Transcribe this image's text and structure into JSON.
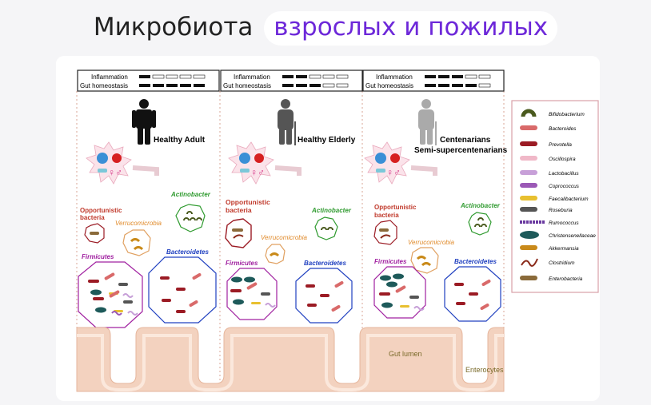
{
  "title": {
    "prefix": "Микробиота",
    "highlight": "взрослых и пожилых"
  },
  "panels": [
    {
      "person": "Healthy Adult",
      "person2": "",
      "inflammation": "Inflammation",
      "homeostasis": "Gut homeostasis"
    },
    {
      "person": "Healthy Elderly",
      "person2": "",
      "inflammation": "Inflammation",
      "homeostasis": "Gut homeostasis"
    },
    {
      "person": "Centenarians",
      "person2": "Semi-supercentenarians",
      "inflammation": "Inflammation",
      "homeostasis": "Gut homeostasis"
    }
  ],
  "groups": {
    "opportunistic1": "Opportunistic",
    "opportunistic2": "bacteria",
    "verrucomicrobia": "Verrucomicrobia",
    "actinobacter": "Actinobacter",
    "firmicutes": "Firmicutes",
    "bacteroidetes": "Bacteroidetes"
  },
  "gut": {
    "lumen": "Gut lumen",
    "enterocytes": "Enterocytes"
  },
  "legend": [
    {
      "name": "Bifidobacterium",
      "color": "#4a5a1e",
      "icon": "bifidobacterium-icon"
    },
    {
      "name": "Bacteroides",
      "color": "#d96a6a",
      "icon": "bacteroides-icon"
    },
    {
      "name": "Prevotella",
      "color": "#9b1b24",
      "icon": "prevotella-icon"
    },
    {
      "name": "Oscillospira",
      "color": "#f0b8c8",
      "icon": "oscillospira-icon"
    },
    {
      "name": "Lactobacillus",
      "color": "#c7a0d8",
      "icon": "lactobacillus-icon"
    },
    {
      "name": "Coprococcus",
      "color": "#9b59b6",
      "icon": "coprococcus-icon"
    },
    {
      "name": "Faecalibacterium",
      "color": "#e8c030",
      "icon": "faecalibacterium-icon"
    },
    {
      "name": "Roseburia",
      "color": "#555555",
      "icon": "roseburia-icon"
    },
    {
      "name": "Rumococcus",
      "color": "#6a3aa0",
      "icon": "rumococcus-icon"
    },
    {
      "name": "Christensenellaceae",
      "color": "#1e5a5a",
      "icon": "christensenellaceae-icon"
    },
    {
      "name": "Akkermansia",
      "color": "#c98a1a",
      "icon": "akkermansia-icon"
    },
    {
      "name": "Clostridium",
      "color": "#8a2a1a",
      "icon": "clostridium-icon"
    },
    {
      "name": "Enterobacteria",
      "color": "#8a6a3a",
      "icon": "enterobacteria-icon"
    }
  ]
}
